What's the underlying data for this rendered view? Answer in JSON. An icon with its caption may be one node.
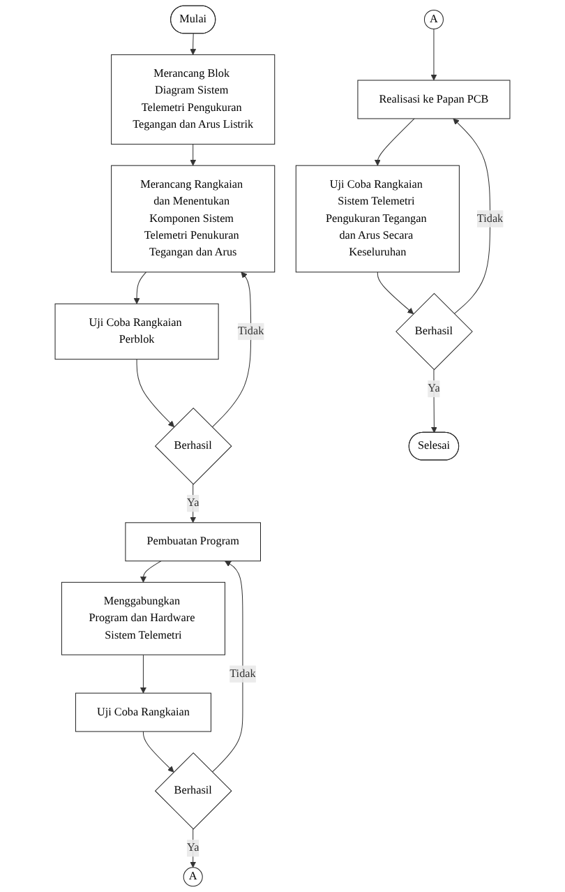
{
  "diagram": {
    "nodes": [
      {
        "text": [
          "Mulai"
        ]
      },
      {
        "text": [
          "Merancang Blok Diagram Sistem Telemetri Pengukuran Tegangan dan Arus Listrik"
        ]
      },
      {
        "text": [
          "Merancang Rangkaian dan Menentukan Komponen Sistem Telemetri Penukuran Tegangan dan Arus"
        ]
      },
      {
        "text": [
          "Uji Coba Rangkaian Perblok"
        ]
      },
      {
        "text": [
          "Berhasil"
        ]
      },
      {
        "text": [
          "Pembuatan Program"
        ]
      },
      {
        "text": [
          "Menggabungkan Program dan Hardware Sistem Telemetri"
        ]
      },
      {
        "text": [
          "Uji Coba Rangkaian"
        ]
      },
      {
        "text": [
          "Berhasil"
        ]
      },
      {
        "text": [
          "A"
        ]
      },
      {
        "text": [
          "A"
        ]
      },
      {
        "text": [
          "Realisasi ke Papan PCB"
        ]
      },
      {
        "text": [
          "Uji Coba Rangkaian Sistem Telemetri Pengukuran Tegangan dan Arus Secara Keseluruhan"
        ]
      },
      {
        "text": [
          "Berhasil"
        ]
      },
      {
        "text": [
          "Selesai"
        ]
      }
    ],
    "edges": [
      {
        "from": 0,
        "to": 1,
        "arrow": "to"
      },
      {
        "from": 1,
        "to": 2,
        "arrow": "to"
      },
      {
        "from": 2,
        "to": 3,
        "arrow": "to"
      },
      {
        "from": 3,
        "to": 4,
        "arrow": "to"
      },
      {
        "from": 4,
        "to": 2,
        "arrow": "to",
        "label": "Tidak"
      },
      {
        "from": 4,
        "to": 5,
        "arrow": "to",
        "label": "Ya"
      },
      {
        "from": 5,
        "to": 6,
        "arrow": "to"
      },
      {
        "from": 6,
        "to": 7,
        "arrow": "to"
      },
      {
        "from": 7,
        "to": 8,
        "arrow": "to"
      },
      {
        "from": 8,
        "to": 5,
        "arrow": "to",
        "label": "Tidak"
      },
      {
        "from": 8,
        "to": 9,
        "arrow": "to",
        "label": "Ya"
      },
      {
        "from": 10,
        "to": 11,
        "arrow": "to"
      },
      {
        "from": 11,
        "to": 12,
        "arrow": "to"
      },
      {
        "from": 12,
        "to": 13,
        "arrow": "to"
      },
      {
        "from": 13,
        "to": 11,
        "arrow": "to",
        "label": "Tidak"
      },
      {
        "from": 13,
        "to": 14,
        "arrow": "to",
        "label": "Ya"
      }
    ]
  }
}
